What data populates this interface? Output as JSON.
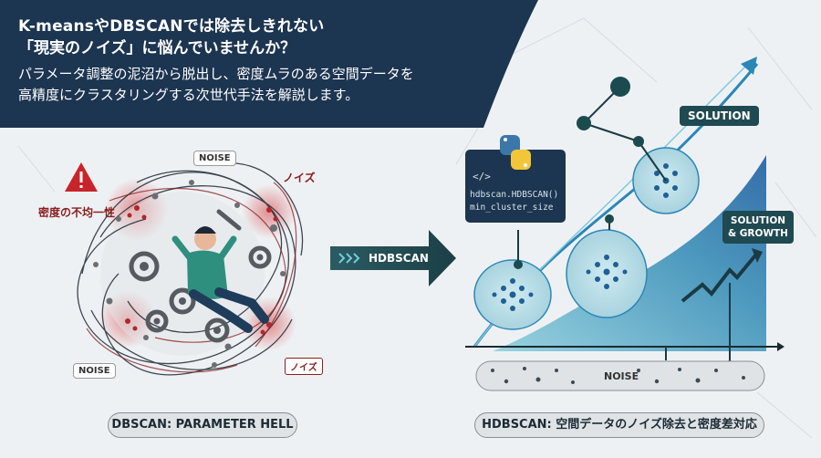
{
  "header": {
    "line1": "K-meansやDBSCANでは除去しきれない",
    "line2": "「現実のノイズ」に悩んでいませんか？",
    "line3": "パラメータ調整の泥沼から脱出し、密度ムラのある空間データを",
    "line4": "高精度にクラスタリングする次世代手法を解説します。"
  },
  "left_panel": {
    "noise_top": "NOISE",
    "noise_jp_top": "ノイズ",
    "warning": "密度の不均一性",
    "noise_bottom": "NOISE",
    "noise_jp_bottom": "ノイズ",
    "caption": "DBSCAN: PARAMETER HELL"
  },
  "transition": {
    "arrow_label": "HDBSCAN"
  },
  "right_panel": {
    "code_line1": "hdbscan.HDBSCAN()",
    "code_line2": "min_cluster_size",
    "solution": "SOLUTION",
    "solution_growth_line1": "SOLUTION",
    "solution_growth_line2": "& GROWTH",
    "noise_bar": "NOISE",
    "caption": "HDBSCAN: 空間データのノイズ除去と密度差対応"
  },
  "colors": {
    "navy": "#1c3550",
    "teal": "#1f4a52",
    "red": "#b3262a",
    "blue": "#1f6fb0"
  }
}
